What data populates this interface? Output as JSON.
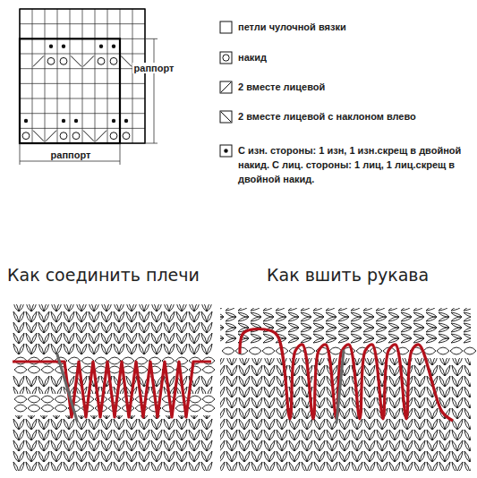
{
  "diagram": {
    "labels": [
      "раппорт",
      "раппорт",
      "Как соединить плечи",
      "Как вшить рукава"
    ],
    "legend": [
      {
        "text": "петли чулочной вязки"
      },
      {
        "text": "накид"
      },
      {
        "text": "2 вместе лицевой"
      },
      {
        "text": "2 вместе лицевой с наклоном влево"
      },
      {
        "text": "С изн. стороны: 1 изн, 1 изн.скрещ в двойной накид. С лиц. стороны: 1 лиц, 1 лиц.скрещ в двойной накид."
      }
    ]
  }
}
